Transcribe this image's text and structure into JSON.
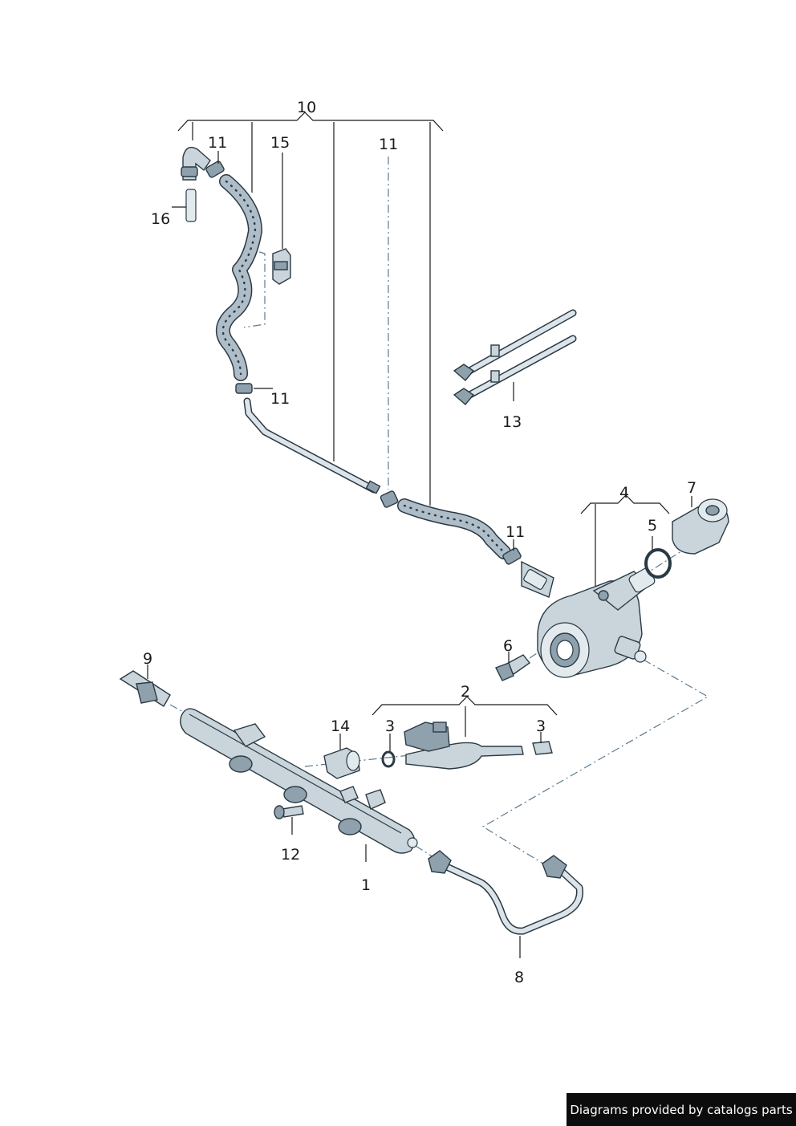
{
  "callouts": {
    "c1": "1",
    "c2": "2",
    "c3a": "3",
    "c3b": "3",
    "c4": "4",
    "c5": "5",
    "c6": "6",
    "c7": "7",
    "c8": "8",
    "c9": "9",
    "c10": "10",
    "c11a": "11",
    "c11b": "11",
    "c11c": "11",
    "c11d": "11",
    "c12": "12",
    "c13": "13",
    "c14": "14",
    "c15": "15",
    "c16": "16"
  },
  "footer": {
    "text": "Diagrams provided by catalogs parts"
  },
  "colors": {
    "background": "#ffffff",
    "line_art": "#2a3a44",
    "part_fill": "#c9d4db",
    "dash_line": "#5c7a8e",
    "footer_bg": "#0c0c0c",
    "footer_text": "#ffffff"
  }
}
